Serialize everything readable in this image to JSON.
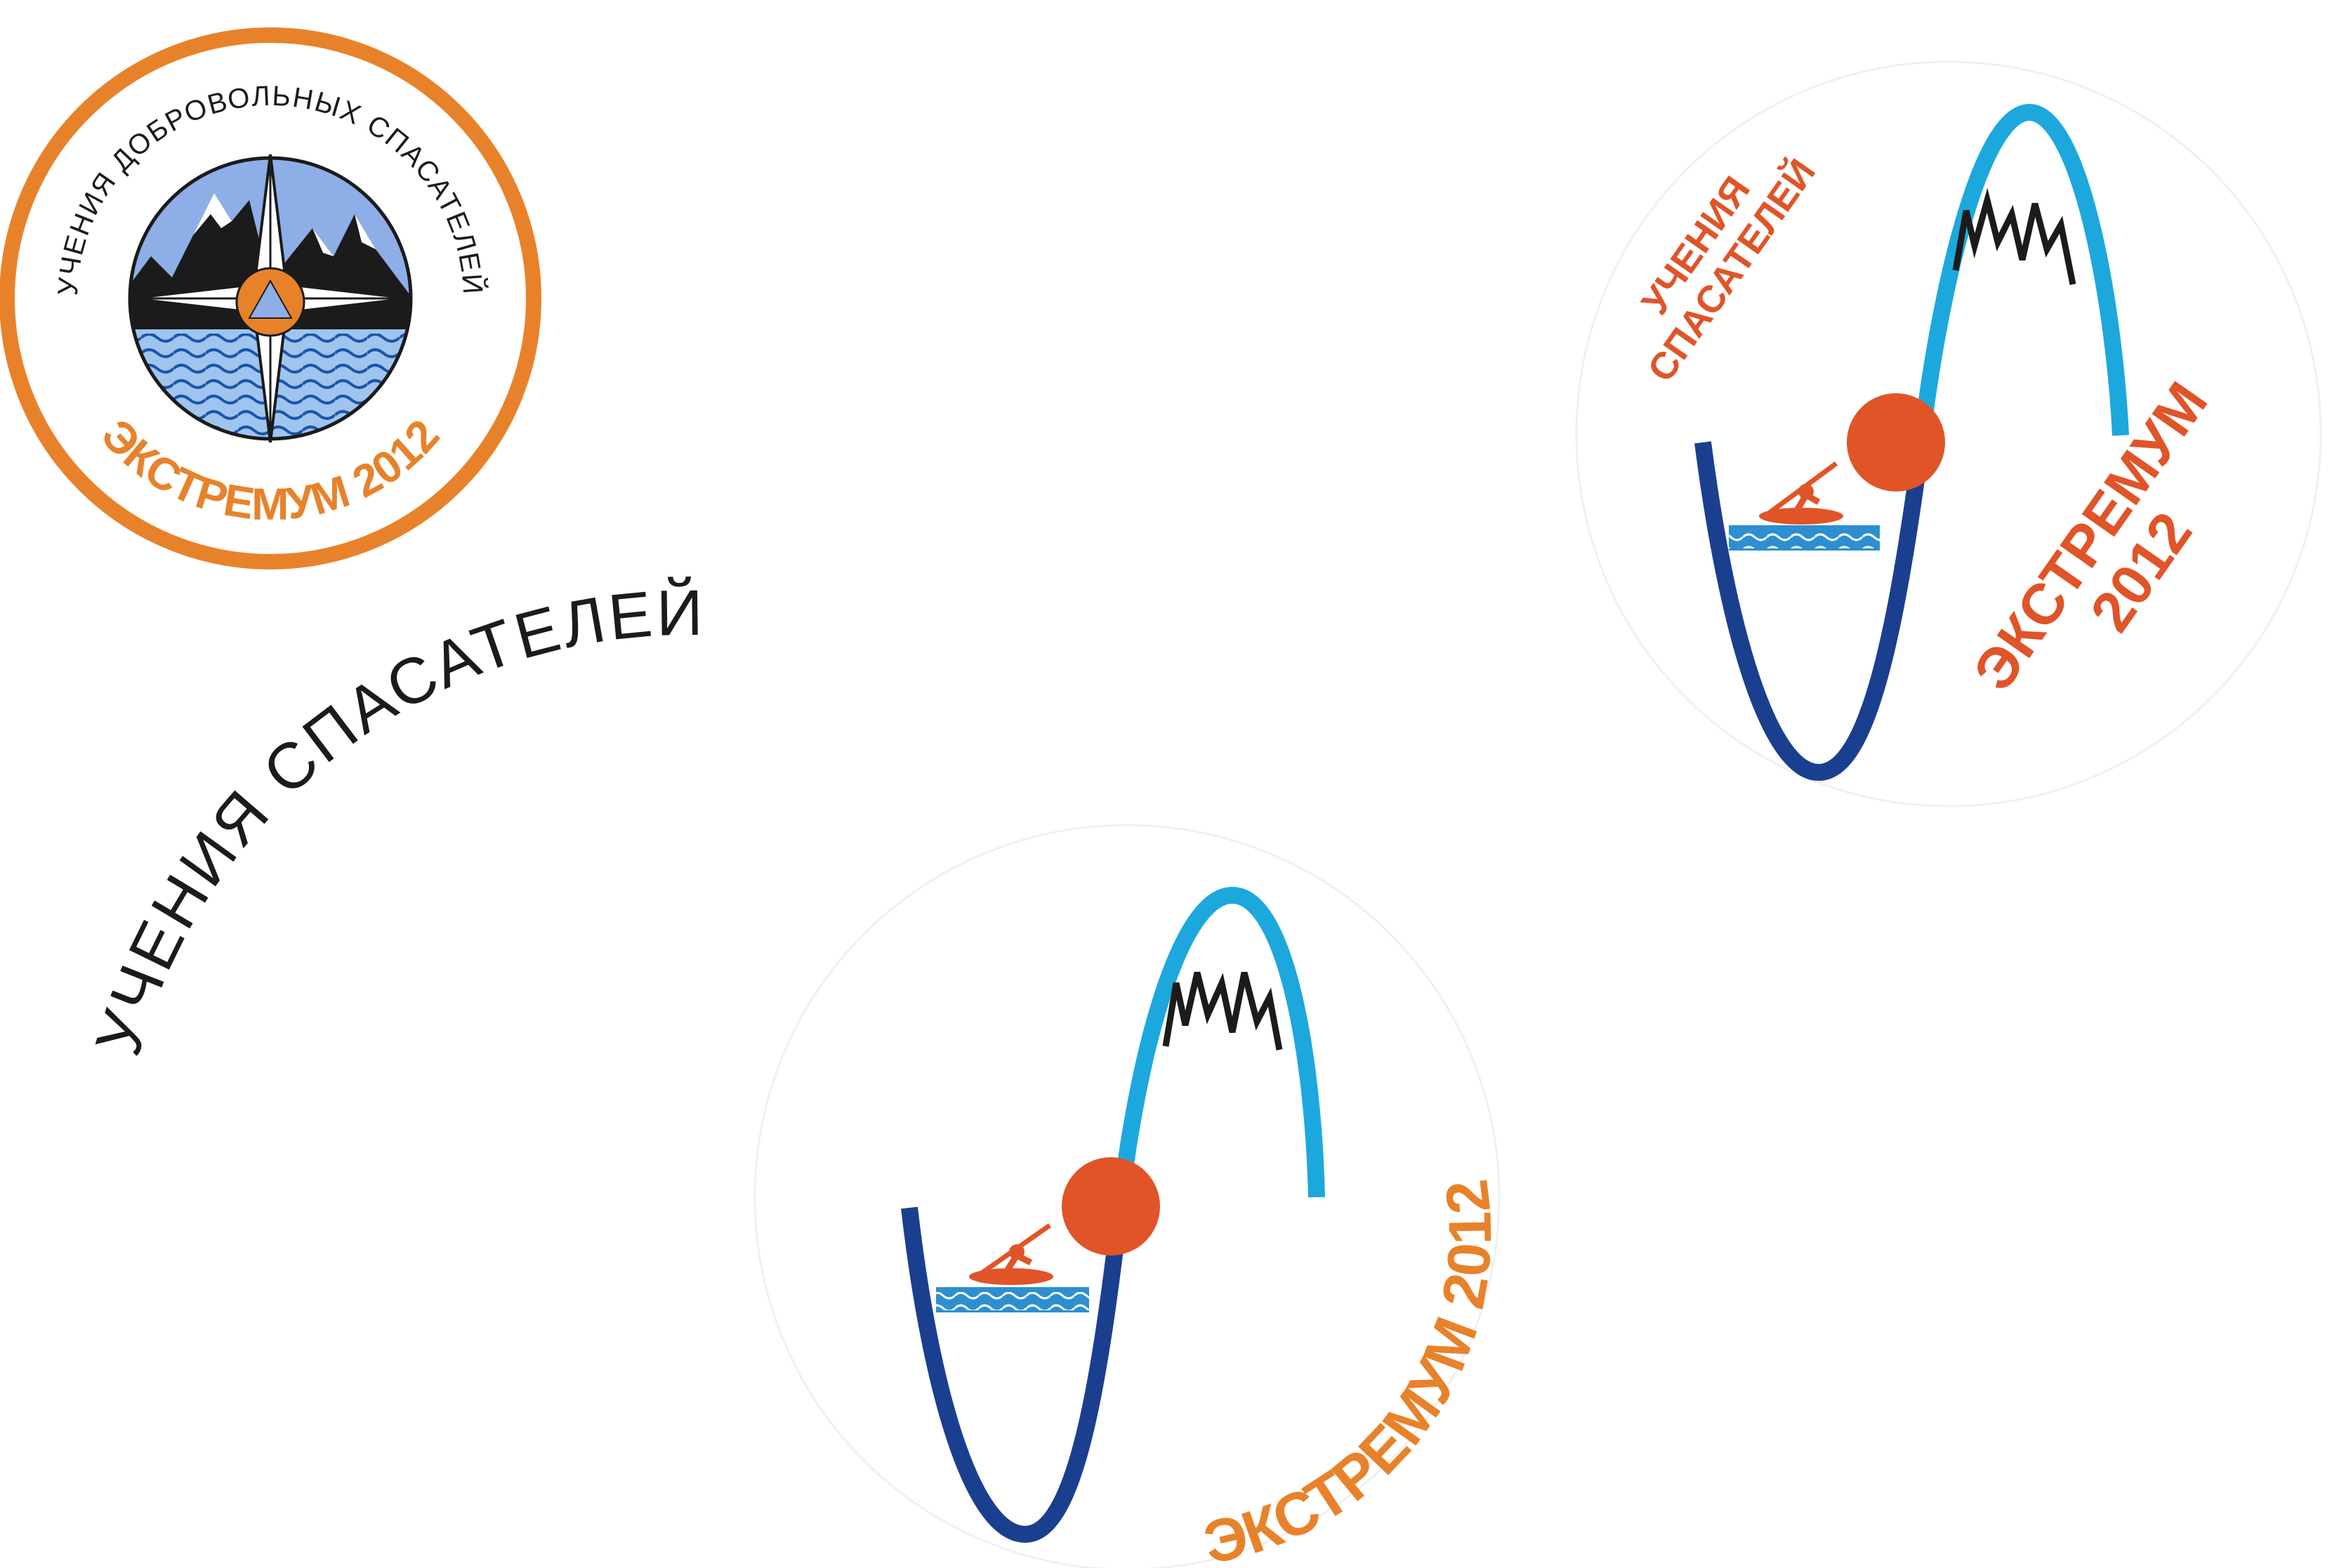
{
  "logos": [
    {
      "arc_text": "УЧЕНИЯ ДОБРОВОЛЬНЫХ СПАСАТЕЛЕЙ",
      "title": "ЭКСТРЕМУМ 2012"
    },
    {
      "line1": "УЧЕНИЯ",
      "line2": "СПАСАТЕЛЕЙ",
      "title_line1": "ЭКСТРЕМУМ",
      "title_line2": "2012"
    },
    {
      "arc_text": "УЧЕНИЯ СПАСАТЕЛЕЙ",
      "title": "ЭКСТРЕМУМ 2012"
    }
  ],
  "colors": {
    "orange": "#E8822A",
    "red_orange": "#E05428",
    "navy": "#1A3F8F",
    "sky": "#1CA8DD",
    "water": "#2D8FD0",
    "sky_bg": "#8EAEE8",
    "rock": "#1B1B1B"
  }
}
